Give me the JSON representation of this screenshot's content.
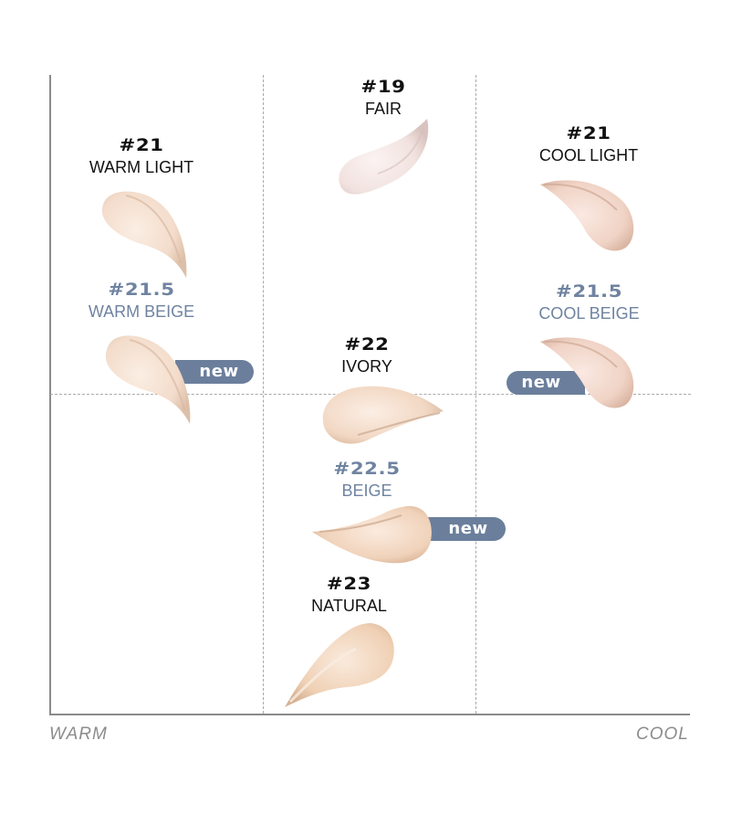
{
  "chart_data": {
    "type": "scatter",
    "title": "",
    "xlabel": "",
    "ylabel": "",
    "axis_labels": {
      "left": "WARM",
      "right": "COOL"
    },
    "grid": "dashed 3x2 quadrant grid",
    "points": [
      {
        "code": "#19",
        "name": "FAIR",
        "column": "center",
        "row": "top",
        "new": false
      },
      {
        "code": "#21",
        "name": "WARM LIGHT",
        "column": "warm",
        "row": "upper",
        "new": false
      },
      {
        "code": "#21.5",
        "name": "WARM BEIGE",
        "column": "warm",
        "row": "middle",
        "new": true
      },
      {
        "code": "#21",
        "name": "COOL LIGHT",
        "column": "cool",
        "row": "upper",
        "new": false
      },
      {
        "code": "#21.5",
        "name": "COOL BEIGE",
        "column": "cool",
        "row": "middle",
        "new": true
      },
      {
        "code": "#22",
        "name": "IVORY",
        "column": "center",
        "row": "middle",
        "new": false
      },
      {
        "code": "#22.5",
        "name": "BEIGE",
        "column": "center",
        "row": "lower",
        "new": true
      },
      {
        "code": "#23",
        "name": "NATURAL",
        "column": "center",
        "row": "bottom",
        "new": false
      }
    ]
  },
  "axes": {
    "warm_label": "WARM",
    "cool_label": "COOL"
  },
  "badge_label": "new",
  "colors": {
    "badge": "#6b7f9c",
    "new_shade_text": "#6f83a1",
    "shade_text": "#111111",
    "axis": "#8a8a8a",
    "axis_label": "#8c8c8c"
  },
  "shades": {
    "fair": {
      "code": "#19",
      "name": "FAIR"
    },
    "warm_light": {
      "code": "#21",
      "name": "WARM LIGHT"
    },
    "warm_beige": {
      "code": "#21.5",
      "name": "WARM BEIGE"
    },
    "cool_light": {
      "code": "#21",
      "name": "COOL LIGHT"
    },
    "cool_beige": {
      "code": "#21.5",
      "name": "COOL BEIGE"
    },
    "ivory": {
      "code": "#22",
      "name": "IVORY"
    },
    "beige": {
      "code": "#22.5",
      "name": "BEIGE"
    },
    "natural": {
      "code": "#23",
      "name": "NATURAL"
    }
  }
}
